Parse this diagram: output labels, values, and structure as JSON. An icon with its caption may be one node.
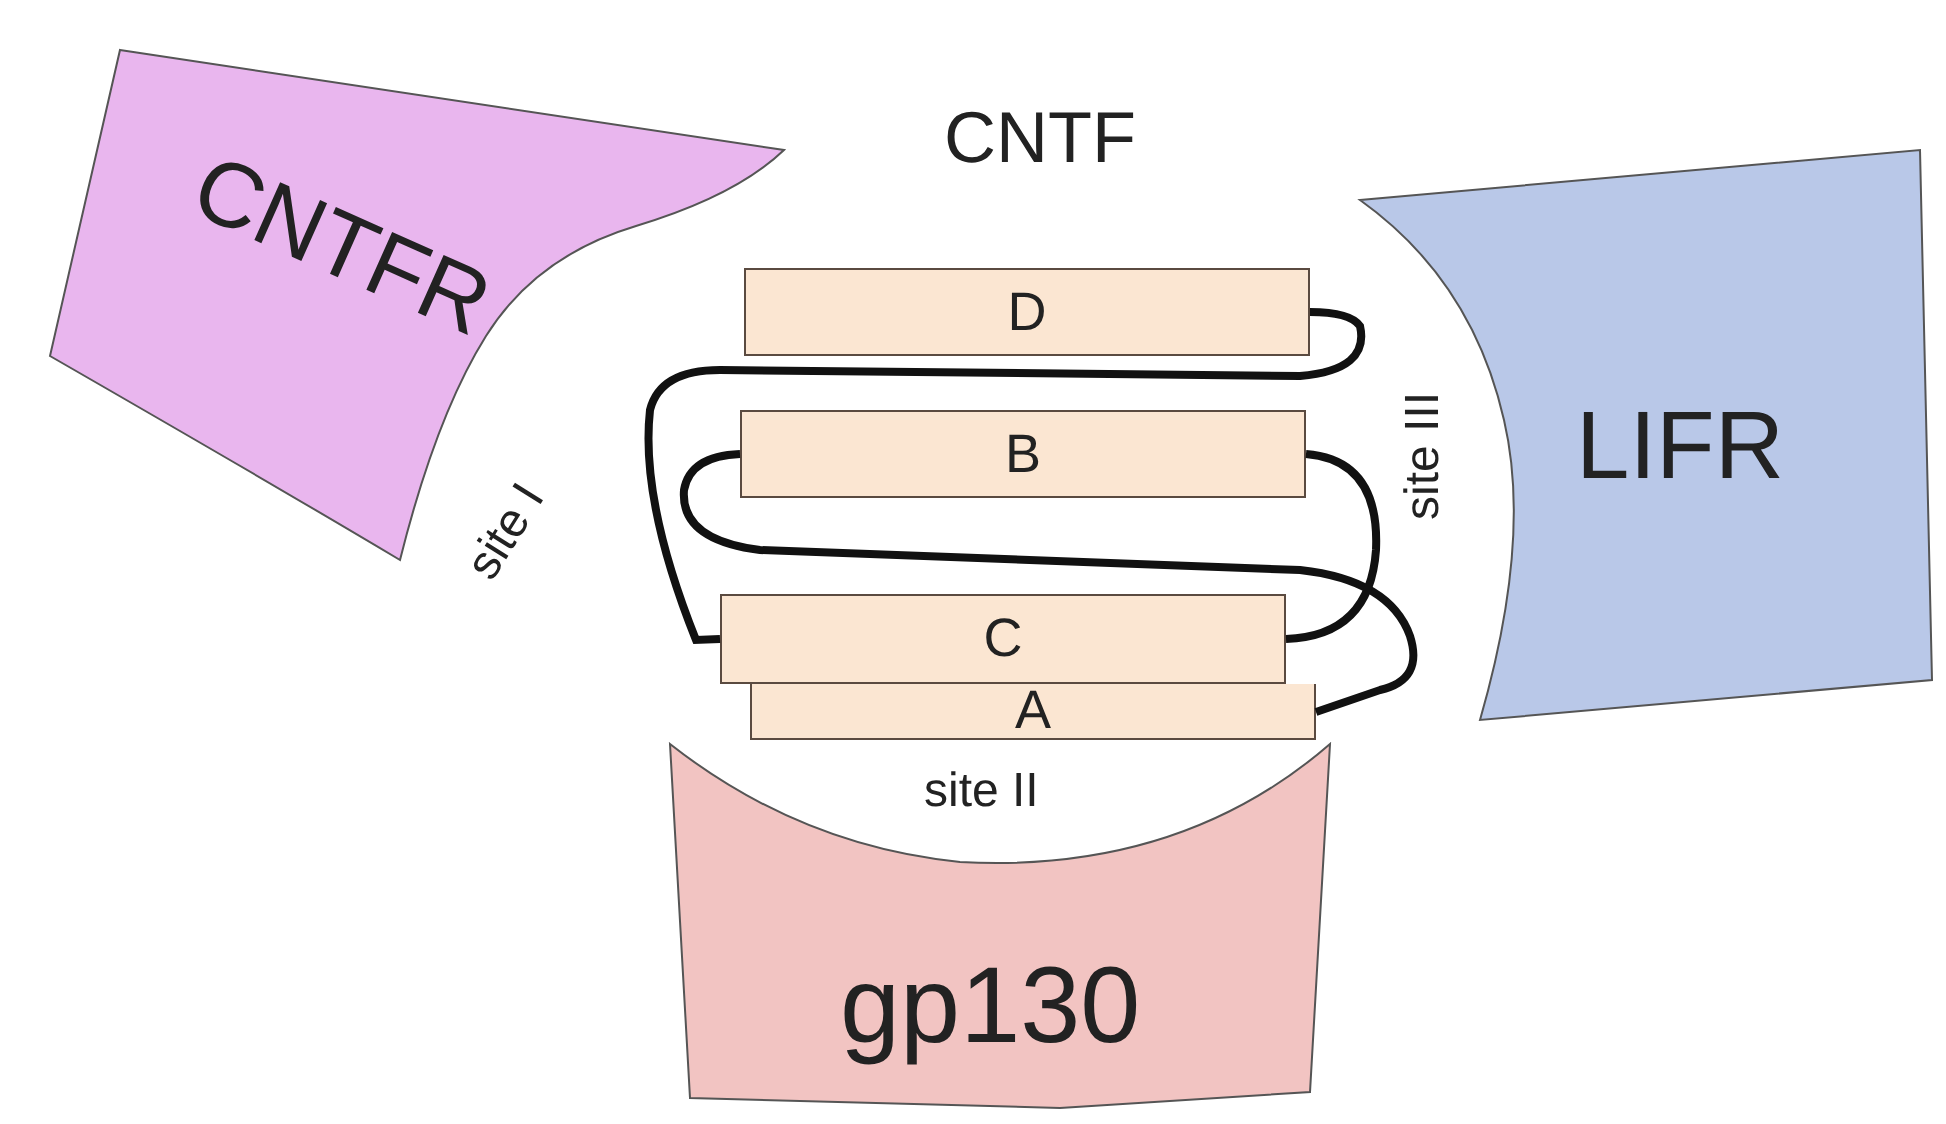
{
  "diagram": {
    "nodes": [
      {
        "text": [
          "CNTFR"
        ]
      },
      {
        "text": [
          "LIFR"
        ]
      },
      {
        "text": [
          "gp130"
        ]
      },
      {
        "text": [
          "D"
        ]
      },
      {
        "text": [
          "B"
        ]
      },
      {
        "text": [
          "C"
        ]
      },
      {
        "text": [
          "A"
        ]
      }
    ],
    "edges": [
      {
        "from": 6,
        "to": 4,
        "arrow": "none"
      },
      {
        "from": 4,
        "to": 5,
        "arrow": "none"
      },
      {
        "from": 5,
        "to": 3,
        "arrow": "none"
      }
    ],
    "labels": [
      "CNTF",
      "site I",
      "site III",
      "site II"
    ]
  }
}
